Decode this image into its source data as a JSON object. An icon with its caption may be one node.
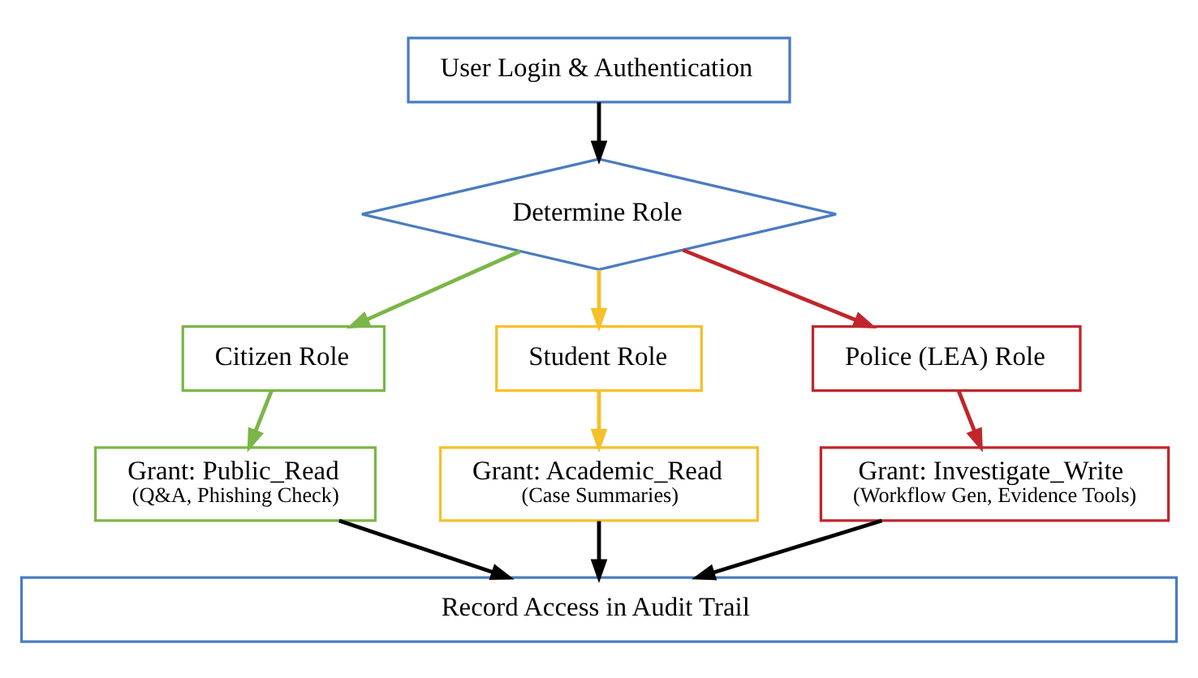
{
  "diagram": {
    "nodes": [
      {
        "text": [
          "User Login & Authentication"
        ]
      },
      {
        "text": [
          "Determine Role"
        ]
      },
      {
        "text": [
          "Citizen Role"
        ]
      },
      {
        "text": [
          "Student Role"
        ]
      },
      {
        "text": [
          "Police (LEA) Role"
        ]
      },
      {
        "text": [
          "Grant: Public_Read",
          "(Q&A, Phishing Check)"
        ]
      },
      {
        "text": [
          "Grant: Academic_Read",
          "(Case Summaries)"
        ]
      },
      {
        "text": [
          "Grant: Investigate_Write",
          "(Workflow Gen, Evidence Tools)"
        ]
      },
      {
        "text": [
          "Record Access in Audit Trail"
        ]
      }
    ],
    "edges": [
      {
        "from": 0,
        "to": 1,
        "arrow": "to"
      },
      {
        "from": 1,
        "to": 2,
        "arrow": "to",
        "color": "#7ab648"
      },
      {
        "from": 1,
        "to": 3,
        "arrow": "to",
        "color": "#f5c02a"
      },
      {
        "from": 1,
        "to": 4,
        "arrow": "to",
        "color": "#c0262b"
      },
      {
        "from": 2,
        "to": 5,
        "arrow": "to",
        "color": "#7ab648"
      },
      {
        "from": 3,
        "to": 6,
        "arrow": "to",
        "color": "#f5c02a"
      },
      {
        "from": 4,
        "to": 7,
        "arrow": "to",
        "color": "#c0262b"
      },
      {
        "from": 5,
        "to": 8,
        "arrow": "to"
      },
      {
        "from": 6,
        "to": 8,
        "arrow": "to"
      },
      {
        "from": 7,
        "to": 8,
        "arrow": "to"
      }
    ]
  }
}
